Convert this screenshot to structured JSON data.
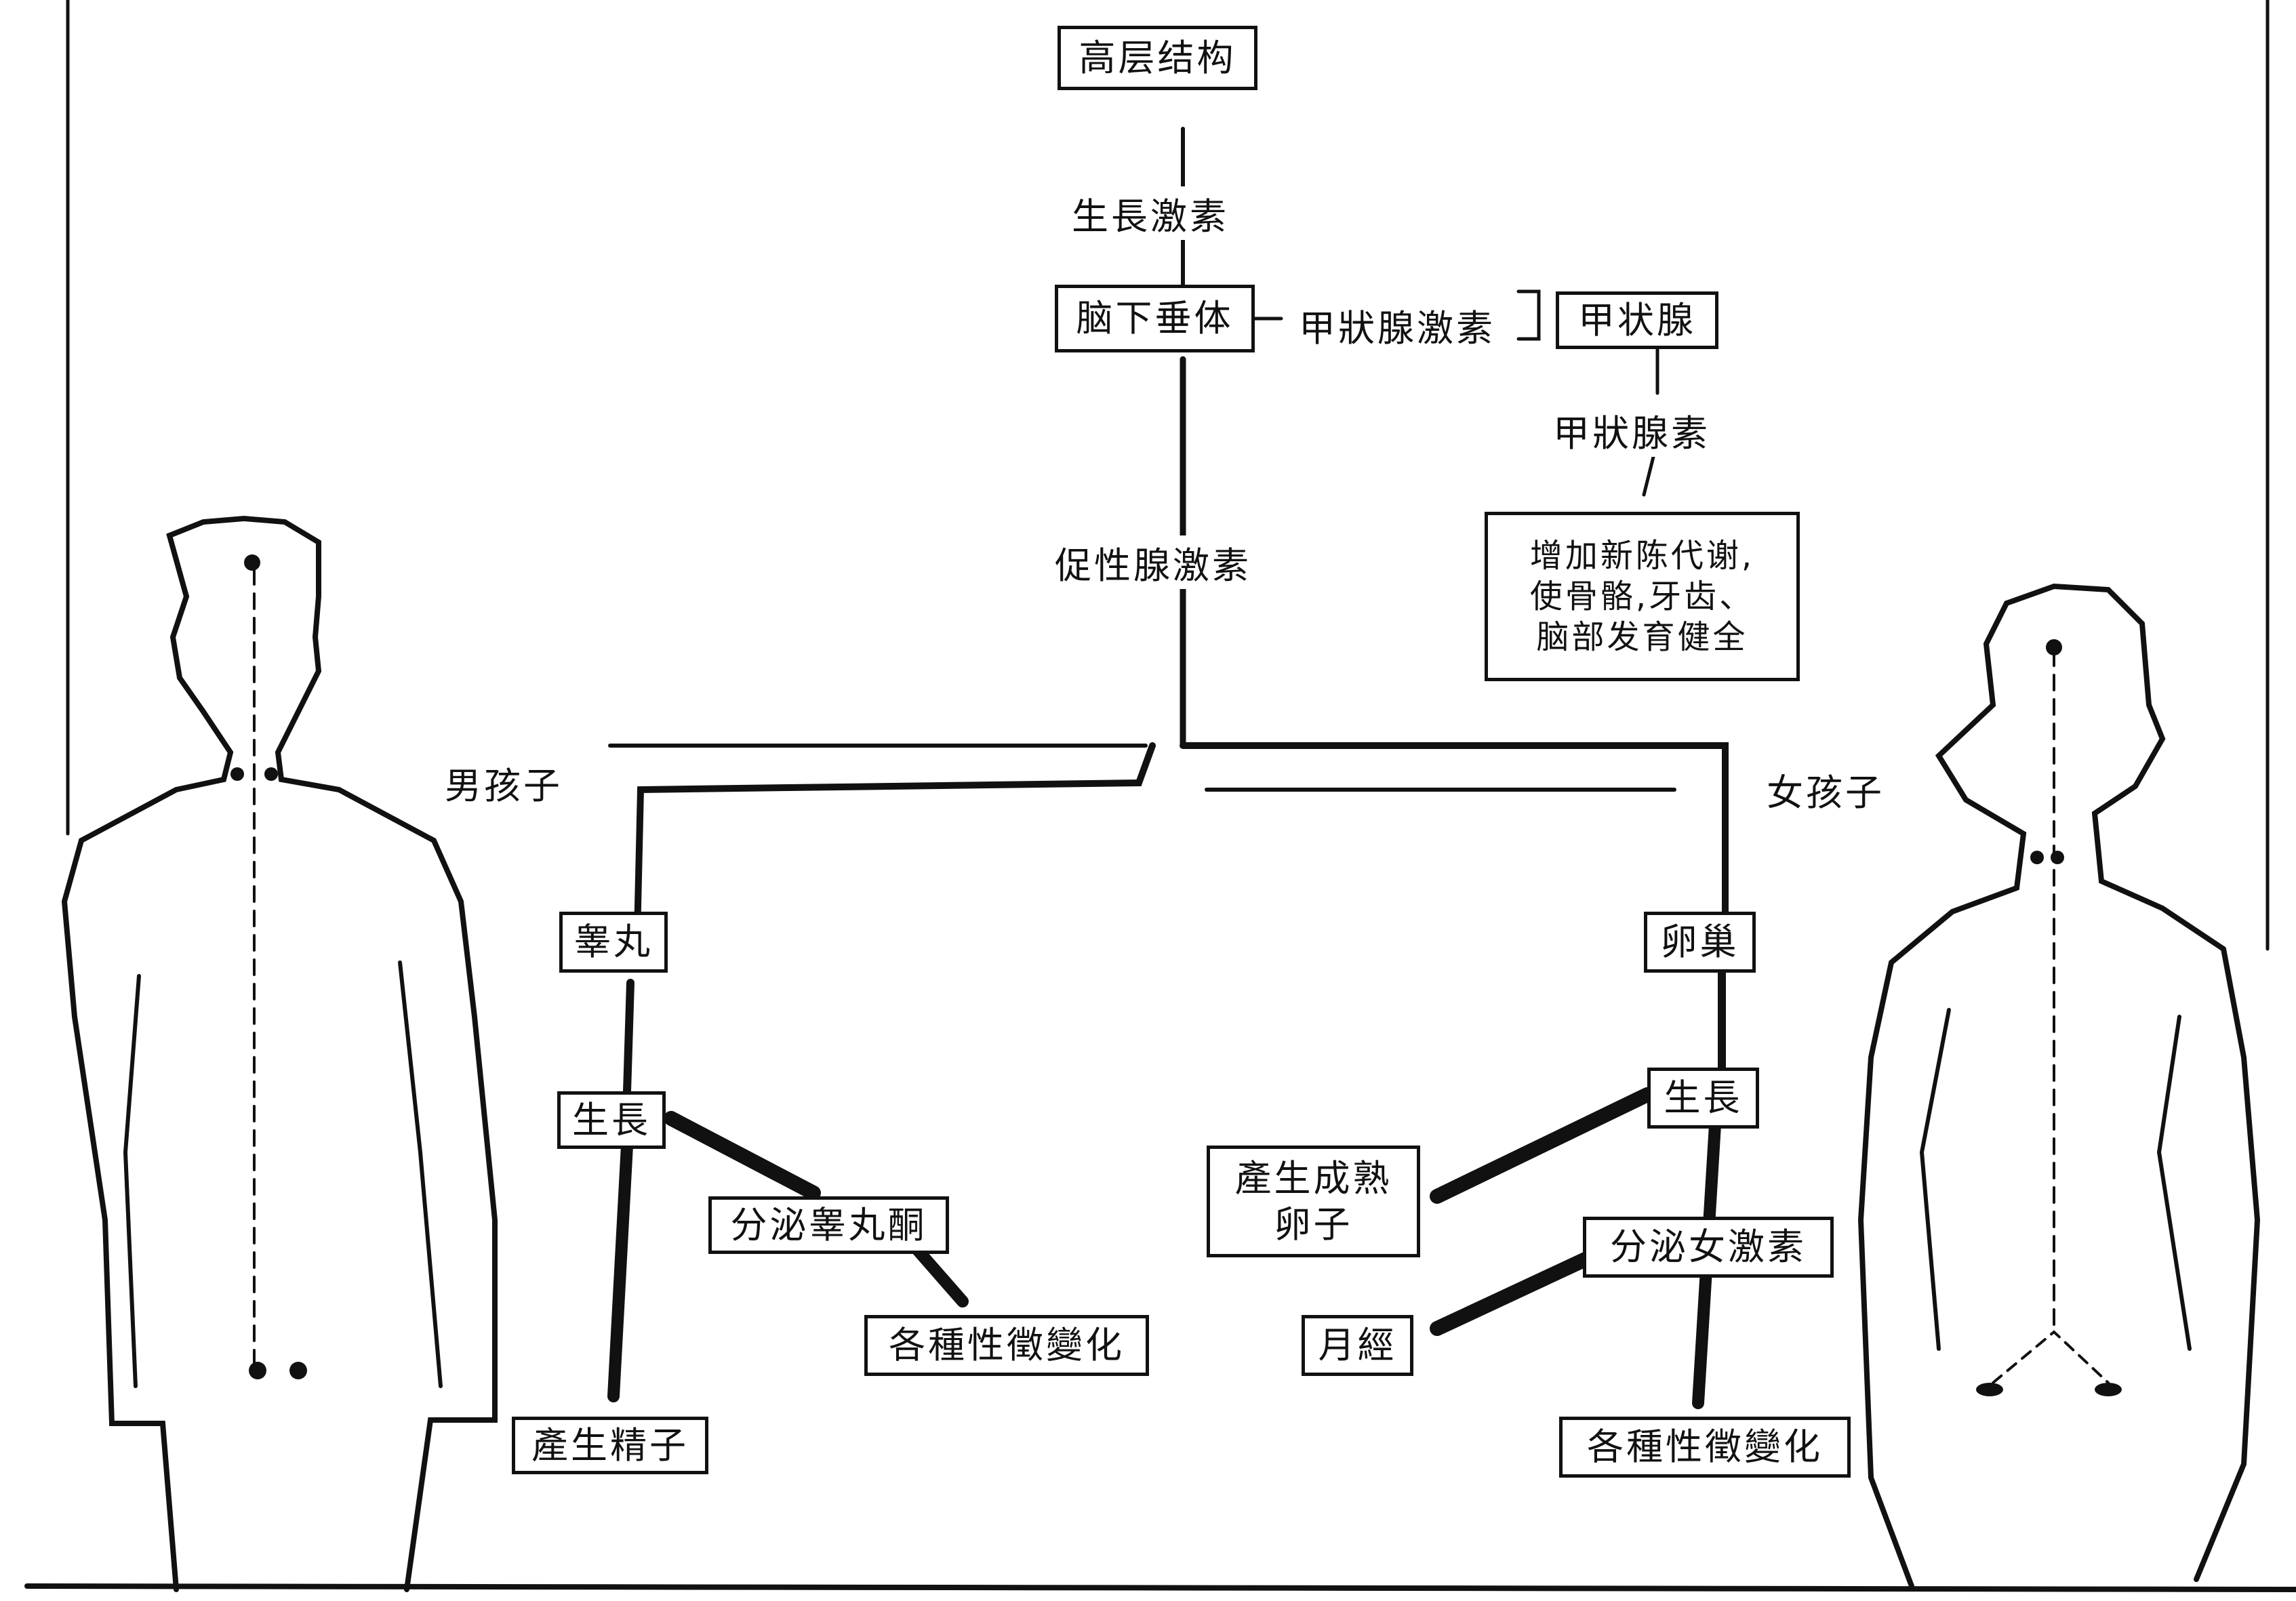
{
  "diagram": {
    "nodes": {
      "brain": "高层结构",
      "pituitary": "脑下垂体",
      "thyroid": "甲状腺",
      "thyroid_effects": "增加新陈代谢,\n使骨骼,牙齿、\n脑部发育健全",
      "male_testis": "睾丸",
      "male_growth": "生長",
      "male_secrete": "分泌睾丸酮",
      "male_changes": "各種性徵變化",
      "male_sperm": "產生精子",
      "female_ovary": "卵巢",
      "female_growth": "生長",
      "female_mature_egg": "產生成熟\n卵子",
      "female_secrete": "分泌女激素",
      "female_menses": "月經",
      "female_changes": "各種性徵變化"
    },
    "labels": {
      "growth_hormone": "生長激素",
      "tsh": "甲狀腺激素",
      "thyroxine": "甲狀腺素",
      "gonadotropin": "促性腺激素",
      "boy": "男孩子",
      "girl": "女孩子"
    }
  },
  "colors": {
    "ink": "#111111",
    "paper": "#ffffff"
  }
}
